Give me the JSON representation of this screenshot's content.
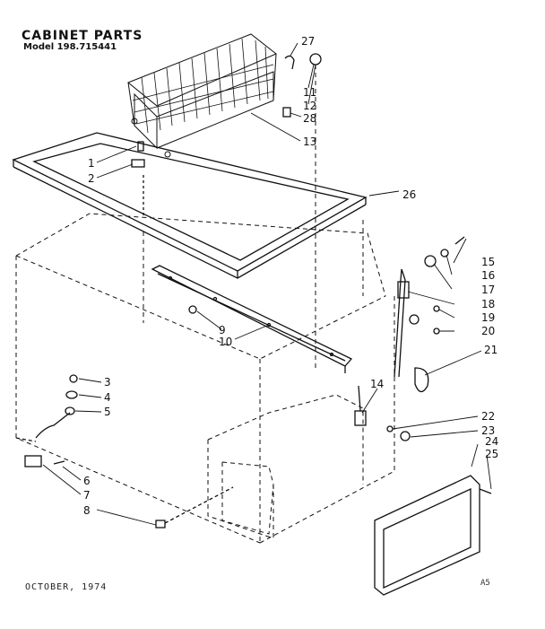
{
  "header": {
    "title": "CABINET PARTS",
    "model": "Model 198.715441"
  },
  "footer": {
    "date": "OCTOBER, 1974",
    "code": "A5"
  },
  "callouts": [
    "1",
    "2",
    "3",
    "4",
    "5",
    "6",
    "7",
    "8",
    "9",
    "10",
    "11",
    "12",
    "13",
    "14",
    "15",
    "16",
    "17",
    "18",
    "19",
    "20",
    "21",
    "22",
    "23",
    "24",
    "25",
    "26",
    "27",
    "28"
  ]
}
